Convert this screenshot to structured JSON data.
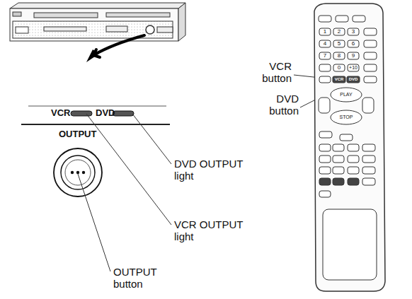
{
  "diagram": {
    "labels": [
      "VCR",
      "DVD",
      "OUTPUT",
      "DVD OUTPUT light",
      "VCR OUTPUT light",
      "OUTPUT button",
      "VCR button",
      "DVD button",
      "1",
      "2",
      "3",
      "4",
      "5",
      "6",
      "7",
      "8",
      "9",
      "0",
      "+10",
      "VCR",
      "DVD",
      "PLAY",
      "STOP"
    ]
  }
}
